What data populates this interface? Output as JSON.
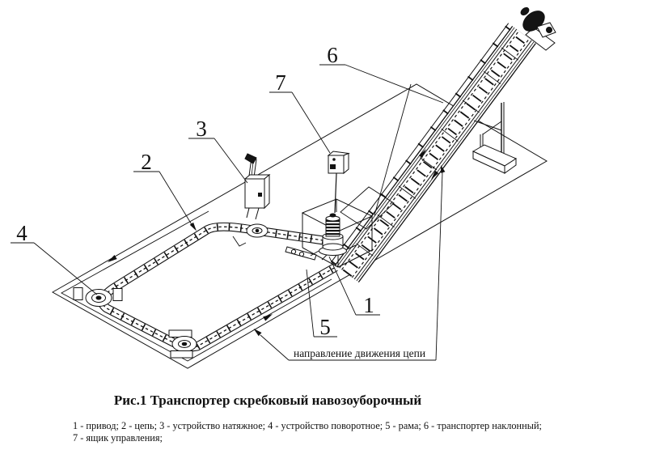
{
  "figure": {
    "caption": "Рис.1 Транспортер скребковый навозоуборочный",
    "direction_note": "направление движения цепи"
  },
  "callouts": [
    {
      "num": "1",
      "part": "привод"
    },
    {
      "num": "2",
      "part": "цепь"
    },
    {
      "num": "3",
      "part": "устройство натяжное"
    },
    {
      "num": "4",
      "part": "устройство поворотное"
    },
    {
      "num": "5",
      "part": "рама"
    },
    {
      "num": "6",
      "part": "транспортер наклонный"
    },
    {
      "num": "7",
      "part": "ящик управления"
    }
  ],
  "legend": {
    "line1": "1 - привод;  2 - цепь;  3 - устройство натяжное;  4 - устройство поворотное;  5 - рама;  6 - транспортер наклонный;",
    "line2": "7 - ящик управления;"
  },
  "colors": {
    "ink": "#111111",
    "paper": "#ffffff"
  }
}
